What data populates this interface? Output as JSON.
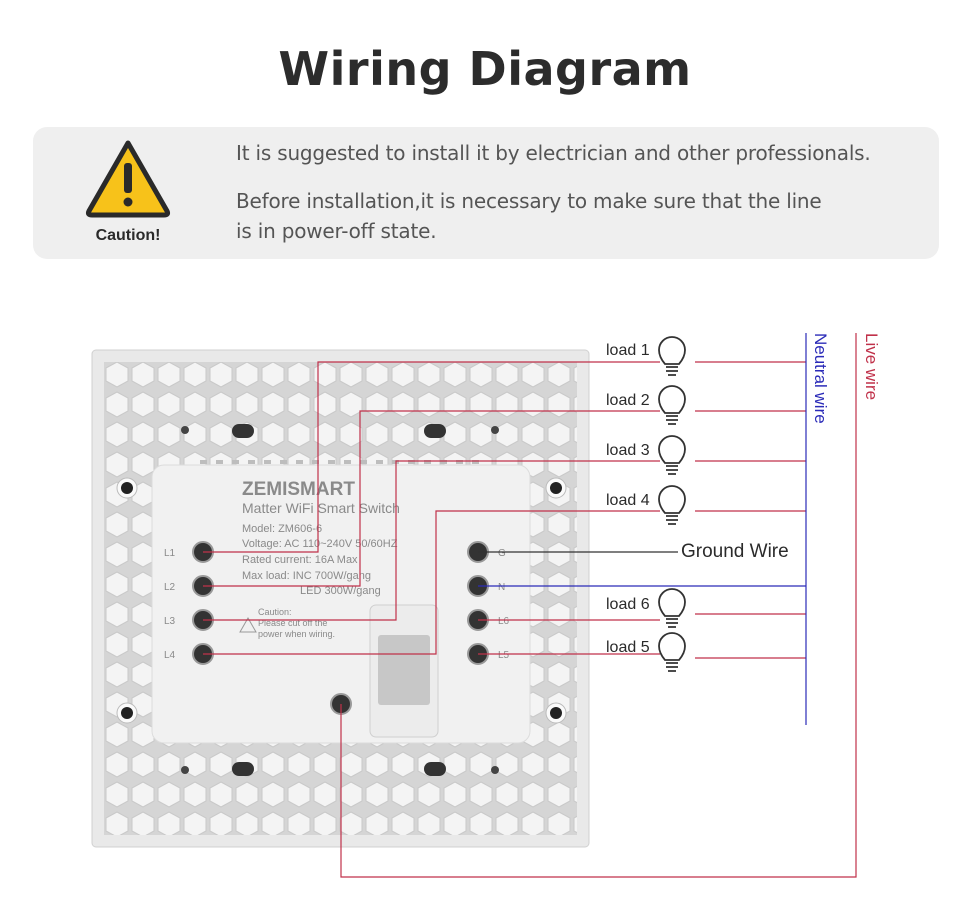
{
  "title": "Wiring Diagram",
  "caution": {
    "label": "Caution!",
    "icon": "warning-triangle-icon",
    "line1": "It is suggested to install it by electrician and other professionals.",
    "line2": "Before installation,it is necessary to make sure that the line",
    "line3": "is in power-off state."
  },
  "panel": {
    "brand": "ZEMISMART",
    "product": "Matter WiFi Smart Switch",
    "model": "Model: ZM606-6",
    "voltage": "Voltage: AC 110~240V   50/60HZ",
    "current": "Rated current: 16A Max",
    "max_load": "Max load: INC 700W/gang",
    "led_load": "LED 300W/gang",
    "caution_title": "Caution:",
    "caution_1": "Please cut off the",
    "caution_2": "power when wiring.",
    "terminals_left": [
      "L1",
      "L2",
      "L3",
      "L4"
    ],
    "terminals_right": [
      "G",
      "N",
      "L6",
      "L5"
    ]
  },
  "wires": {
    "neutral": "Neutral wire",
    "live": "Live wire",
    "ground": "Ground Wire"
  },
  "loads": [
    "load 1",
    "load 2",
    "load 3",
    "load 4",
    "load 6",
    "load 5"
  ],
  "colors": {
    "live": "#c0314a",
    "neutral": "#2b2bb8",
    "ground": "#333333",
    "caution_yellow": "#f7c21a"
  }
}
